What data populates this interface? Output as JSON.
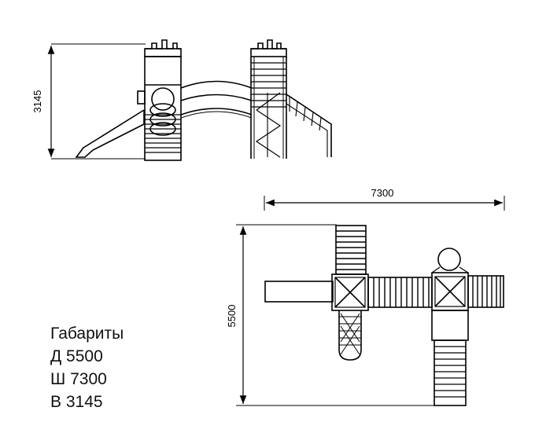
{
  "dimensions": {
    "height": "3145",
    "width": "7300",
    "length": "5500"
  },
  "specs": {
    "title": "Габариты",
    "lines": [
      "Д 5500",
      "Ш 7300",
      "В 3145"
    ]
  }
}
